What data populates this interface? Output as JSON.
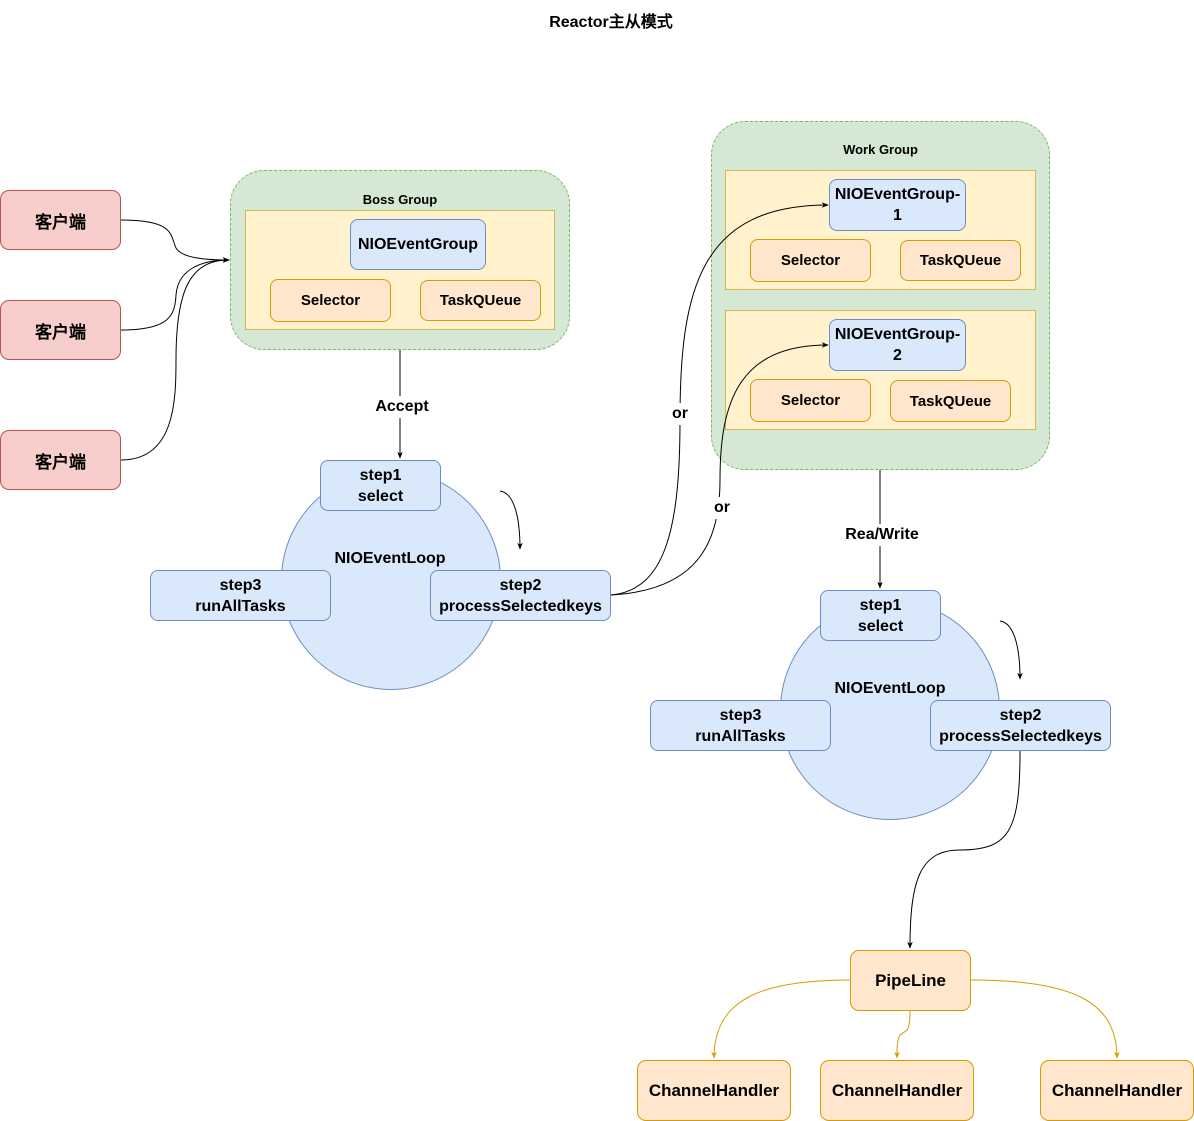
{
  "title": "Reactor主从模式",
  "clients": [
    {
      "label": "客户端"
    },
    {
      "label": "客户端"
    },
    {
      "label": "客户端"
    }
  ],
  "boss_group": {
    "label": "Boss Group",
    "event_group": "NIOEventGroup",
    "selector": "Selector",
    "task_queue": "TaskQUeue"
  },
  "work_group": {
    "label": "Work Group",
    "members": [
      {
        "event_group": "NIOEventGroup-\n1",
        "selector": "Selector",
        "task_queue": "TaskQUeue"
      },
      {
        "event_group": "NIOEventGroup-\n2",
        "selector": "Selector",
        "task_queue": "TaskQUeue"
      }
    ]
  },
  "edge_labels": {
    "accept": "Accept",
    "or_1": "or",
    "or_2": "or",
    "read_write": "Rea/Write"
  },
  "boss_loop": {
    "label": "NIOEventLoop",
    "step1": "step1\nselect",
    "step2": "step2\nprocessSelectedkeys",
    "step3": "step3\nrunAllTasks"
  },
  "work_loop": {
    "label": "NIOEventLoop",
    "step1": "step1\nselect",
    "step2": "step2\nprocessSelectedkeys",
    "step3": "step3\nrunAllTasks"
  },
  "pipeline": {
    "label": "PipeLine",
    "handlers": [
      {
        "label": "ChannelHandler"
      },
      {
        "label": "ChannelHandler"
      },
      {
        "label": "ChannelHandler"
      }
    ]
  },
  "colors": {
    "client_fill": "#f8cecc",
    "client_stroke": "#b85450",
    "group_fill": "#d5e8d4",
    "group_stroke": "#82b366",
    "inner_fill": "#fff2cc",
    "inner_stroke": "#d6b656",
    "blue_fill": "#dae8fc",
    "blue_stroke": "#6c8ebf",
    "orange_fill": "#ffe6cc",
    "orange_stroke": "#d79b00",
    "edge": "#000000",
    "pipeline_edge": "#d79b00"
  }
}
